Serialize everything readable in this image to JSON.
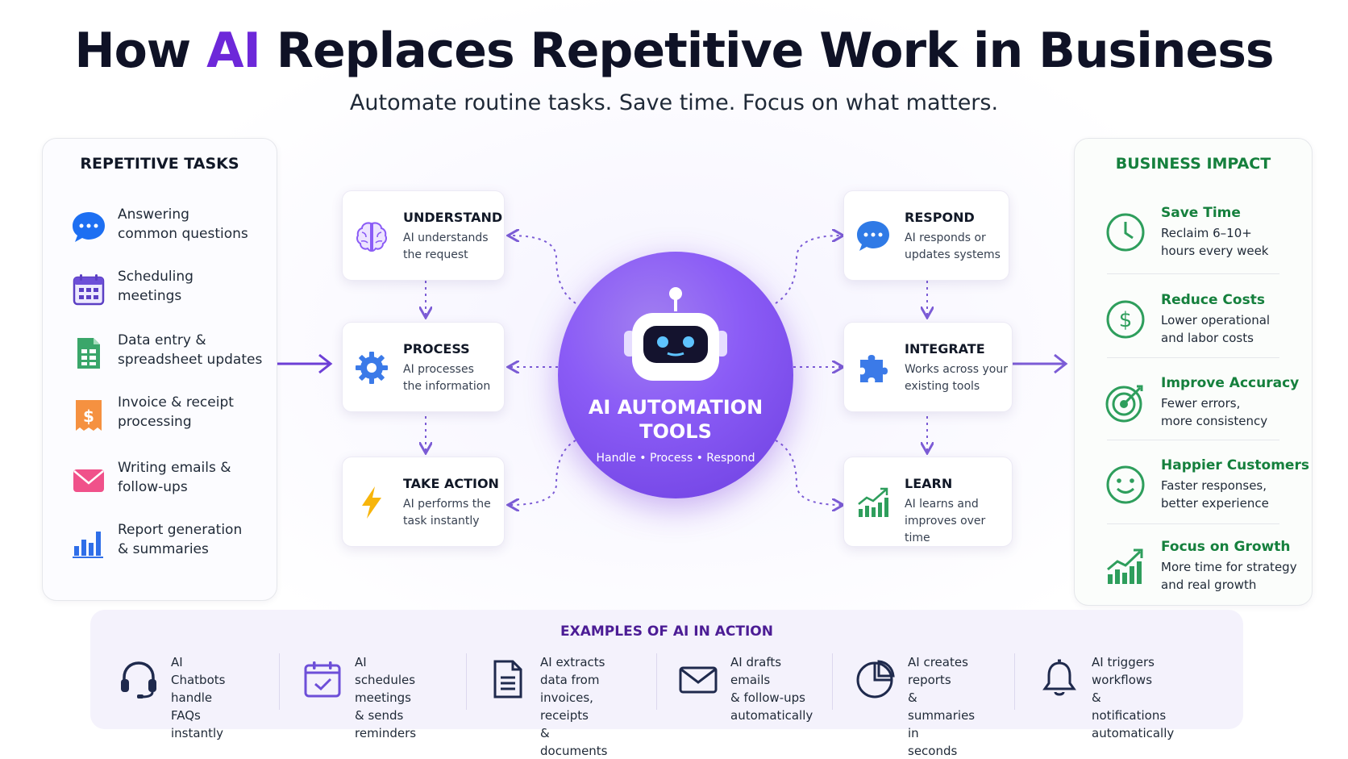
{
  "header": {
    "title_pre": "How ",
    "title_highlight": "AI",
    "title_post": " Replaces Repetitive Work in Business",
    "subtitle": "Automate routine tasks. Save time. Focus on what matters."
  },
  "left_panel": {
    "title": "REPETITIVE TASKS",
    "items": [
      {
        "label": "Answering\ncommon questions",
        "icon": "chat-bubble-icon"
      },
      {
        "label": "Scheduling\nmeetings",
        "icon": "calendar-icon"
      },
      {
        "label": "Data entry &\nspreadsheet updates",
        "icon": "spreadsheet-icon"
      },
      {
        "label": "Invoice & receipt\nprocessing",
        "icon": "invoice-icon"
      },
      {
        "label": "Writing emails &\nfollow-ups",
        "icon": "envelope-icon"
      },
      {
        "label": "Report generation\n& summaries",
        "icon": "bar-chart-icon"
      }
    ]
  },
  "steps": {
    "understand": {
      "title": "UNDERSTAND",
      "desc": "AI understands\nthe request",
      "icon": "brain-icon"
    },
    "process": {
      "title": "PROCESS",
      "desc": "AI processes\nthe information",
      "icon": "gear-icon"
    },
    "take_action": {
      "title": "TAKE ACTION",
      "desc": "AI performs the\ntask instantly",
      "icon": "lightning-icon"
    },
    "respond": {
      "title": "RESPOND",
      "desc": "AI responds or\nupdates systems",
      "icon": "chat-bubble-icon"
    },
    "integrate": {
      "title": "INTEGRATE",
      "desc": "Works across your\nexisting tools",
      "icon": "puzzle-icon"
    },
    "learn": {
      "title": "LEARN",
      "desc": "AI learns and\nimproves over time",
      "icon": "growth-chart-icon"
    }
  },
  "hub": {
    "title": "AI AUTOMATION\nTOOLS",
    "subtitle": "Handle • Process • Respond",
    "icon": "robot-icon"
  },
  "right_panel": {
    "title": "BUSINESS IMPACT",
    "items": [
      {
        "title": "Save Time",
        "desc": "Reclaim 6–10+\nhours every week",
        "icon": "clock-icon"
      },
      {
        "title": "Reduce Costs",
        "desc": "Lower operational\nand labor costs",
        "icon": "dollar-icon"
      },
      {
        "title": "Improve Accuracy",
        "desc": "Fewer errors,\nmore consistency",
        "icon": "target-icon"
      },
      {
        "title": "Happier Customers",
        "desc": "Faster responses,\nbetter experience",
        "icon": "smiley-icon"
      },
      {
        "title": "Focus on Growth",
        "desc": "More time for strategy\nand real growth",
        "icon": "growth-chart-icon"
      }
    ]
  },
  "examples": {
    "title": "EXAMPLES OF AI IN ACTION",
    "items": [
      {
        "label": "AI Chatbots\nhandle FAQs\ninstantly",
        "icon": "headset-icon"
      },
      {
        "label": "AI schedules\nmeetings & sends\nreminders",
        "icon": "calendar-check-icon"
      },
      {
        "label": "AI extracts data from\ninvoices, receipts\n& documents",
        "icon": "document-icon"
      },
      {
        "label": "AI drafts emails\n& follow-ups\nautomatically",
        "icon": "envelope-icon"
      },
      {
        "label": "AI creates reports\n& summaries in\nseconds",
        "icon": "pie-chart-icon"
      },
      {
        "label": "AI triggers workflows\n& notifications\nautomatically",
        "icon": "bell-icon"
      }
    ]
  },
  "colors": {
    "brand_purple": "#6d28d9",
    "impact_green": "#15803d",
    "connector_purple": "#7c5cd6"
  }
}
